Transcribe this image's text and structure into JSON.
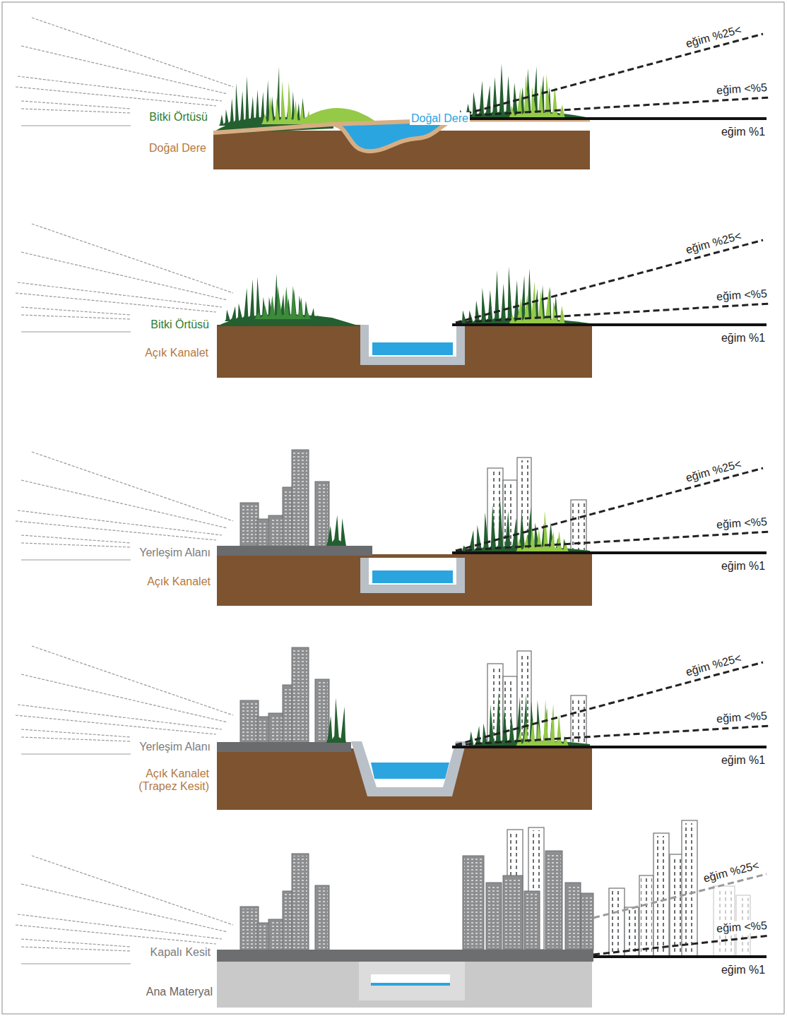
{
  "diagram": {
    "labels": [
      "Bitki Örtüsü",
      "Doğal Dere",
      "Doğal Dere",
      "eğim %25<",
      "eğim <%5",
      "eğim %1",
      "Bitki Örtüsü",
      "Açık Kanalet",
      "eğim %25<",
      "eğim <%5",
      "eğim %1",
      "Yerleşim Alanı",
      "Açık Kanalet",
      "eğim %25<",
      "eğim <%5",
      "eğim %1",
      "Yerleşim Alanı",
      "Açık Kanalet (Trapez Kesit)",
      "eğim %25<",
      "eğim <%5",
      "eğim %1",
      "Kapalı Kesit",
      "Ana Materyal",
      "eğim %25<",
      "eğim <%5",
      "eğim %1"
    ]
  }
}
